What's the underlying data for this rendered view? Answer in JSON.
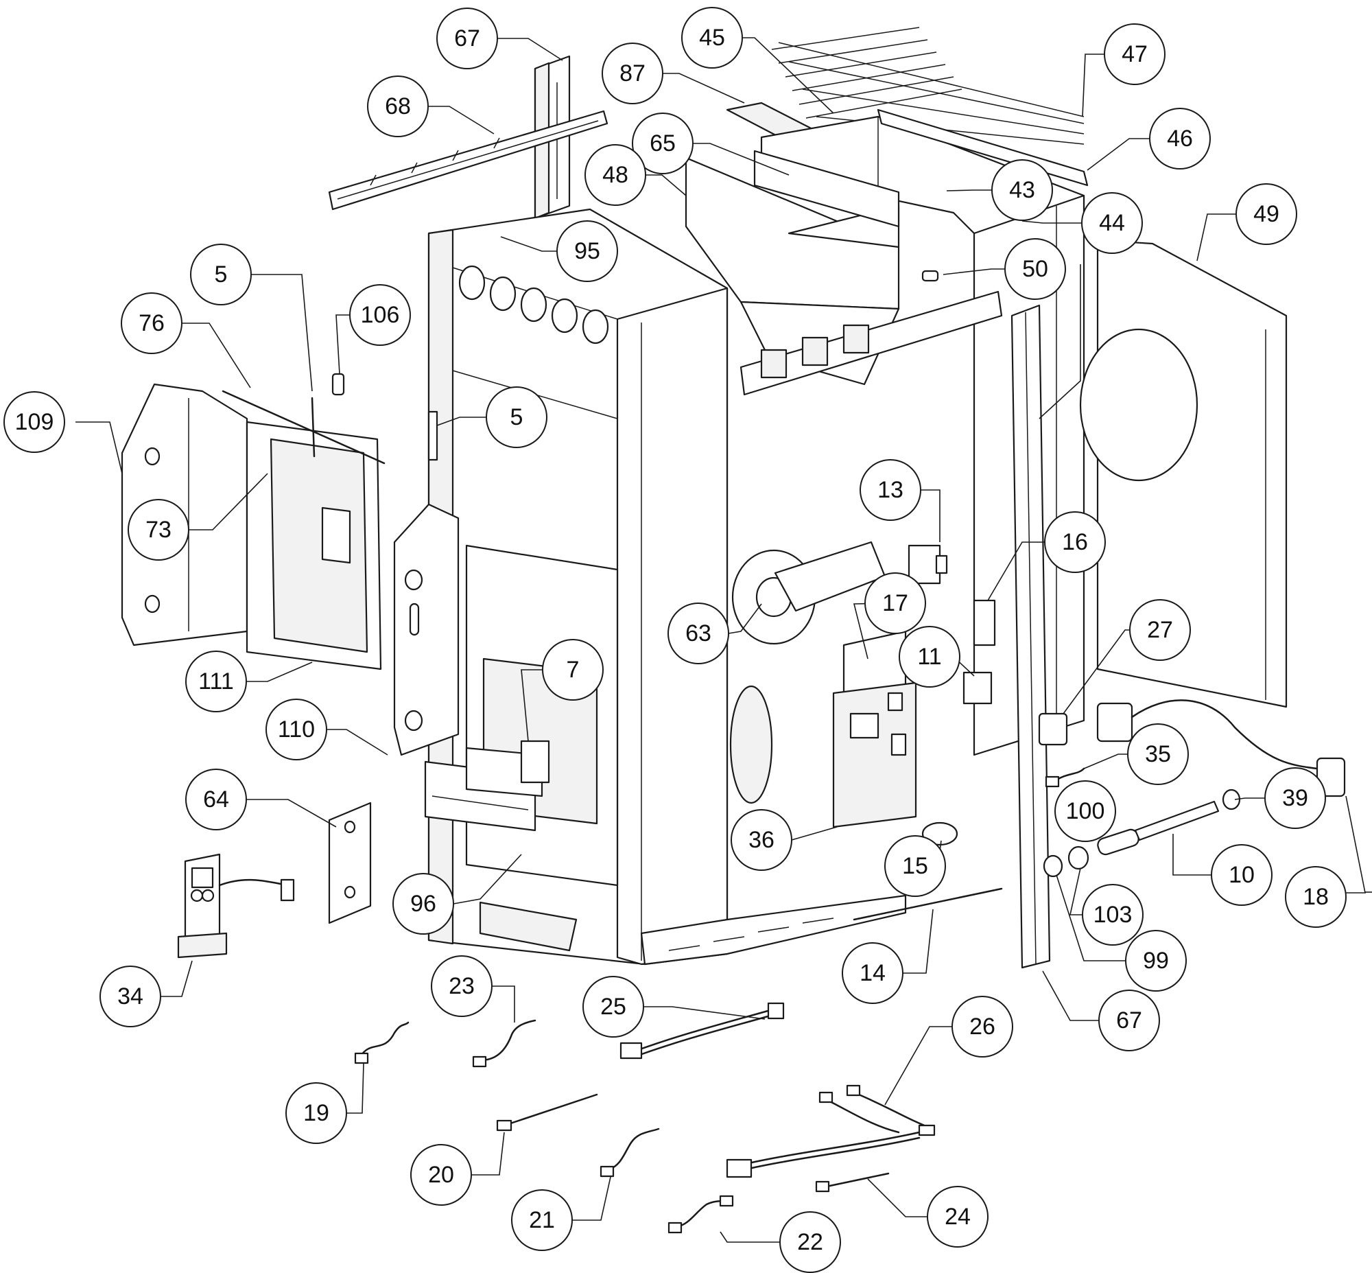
{
  "callouts": [
    {
      "id": "c67-top",
      "label": "67"
    },
    {
      "id": "c68",
      "label": "68"
    },
    {
      "id": "c45",
      "label": "45"
    },
    {
      "id": "c87",
      "label": "87"
    },
    {
      "id": "c47",
      "label": "47"
    },
    {
      "id": "c65",
      "label": "65"
    },
    {
      "id": "c46",
      "label": "46"
    },
    {
      "id": "c48",
      "label": "48"
    },
    {
      "id": "c43",
      "label": "43"
    },
    {
      "id": "c44",
      "label": "44"
    },
    {
      "id": "c49",
      "label": "49"
    },
    {
      "id": "c95",
      "label": "95"
    },
    {
      "id": "c50",
      "label": "50"
    },
    {
      "id": "c5-upper",
      "label": "5"
    },
    {
      "id": "c106",
      "label": "106"
    },
    {
      "id": "c76",
      "label": "76"
    },
    {
      "id": "c109",
      "label": "109"
    },
    {
      "id": "c5-lower",
      "label": "5"
    },
    {
      "id": "c73",
      "label": "73"
    },
    {
      "id": "c13",
      "label": "13"
    },
    {
      "id": "c16",
      "label": "16"
    },
    {
      "id": "c17",
      "label": "17"
    },
    {
      "id": "c63",
      "label": "63"
    },
    {
      "id": "c27",
      "label": "27"
    },
    {
      "id": "c11",
      "label": "11"
    },
    {
      "id": "c7",
      "label": "7"
    },
    {
      "id": "c111",
      "label": "111"
    },
    {
      "id": "c110",
      "label": "110"
    },
    {
      "id": "c35",
      "label": "35"
    },
    {
      "id": "c64",
      "label": "64"
    },
    {
      "id": "c100",
      "label": "100"
    },
    {
      "id": "c39",
      "label": "39"
    },
    {
      "id": "c36",
      "label": "36"
    },
    {
      "id": "c15",
      "label": "15"
    },
    {
      "id": "c10",
      "label": "10"
    },
    {
      "id": "c18",
      "label": "18"
    },
    {
      "id": "c96",
      "label": "96"
    },
    {
      "id": "c103",
      "label": "103"
    },
    {
      "id": "c99",
      "label": "99"
    },
    {
      "id": "c14",
      "label": "14"
    },
    {
      "id": "c34",
      "label": "34"
    },
    {
      "id": "c67-bottom",
      "label": "67"
    },
    {
      "id": "c23",
      "label": "23"
    },
    {
      "id": "c25",
      "label": "25"
    },
    {
      "id": "c26",
      "label": "26"
    },
    {
      "id": "c19",
      "label": "19"
    },
    {
      "id": "c20",
      "label": "20"
    },
    {
      "id": "c21",
      "label": "21"
    },
    {
      "id": "c24",
      "label": "24"
    },
    {
      "id": "c22",
      "label": "22"
    }
  ]
}
